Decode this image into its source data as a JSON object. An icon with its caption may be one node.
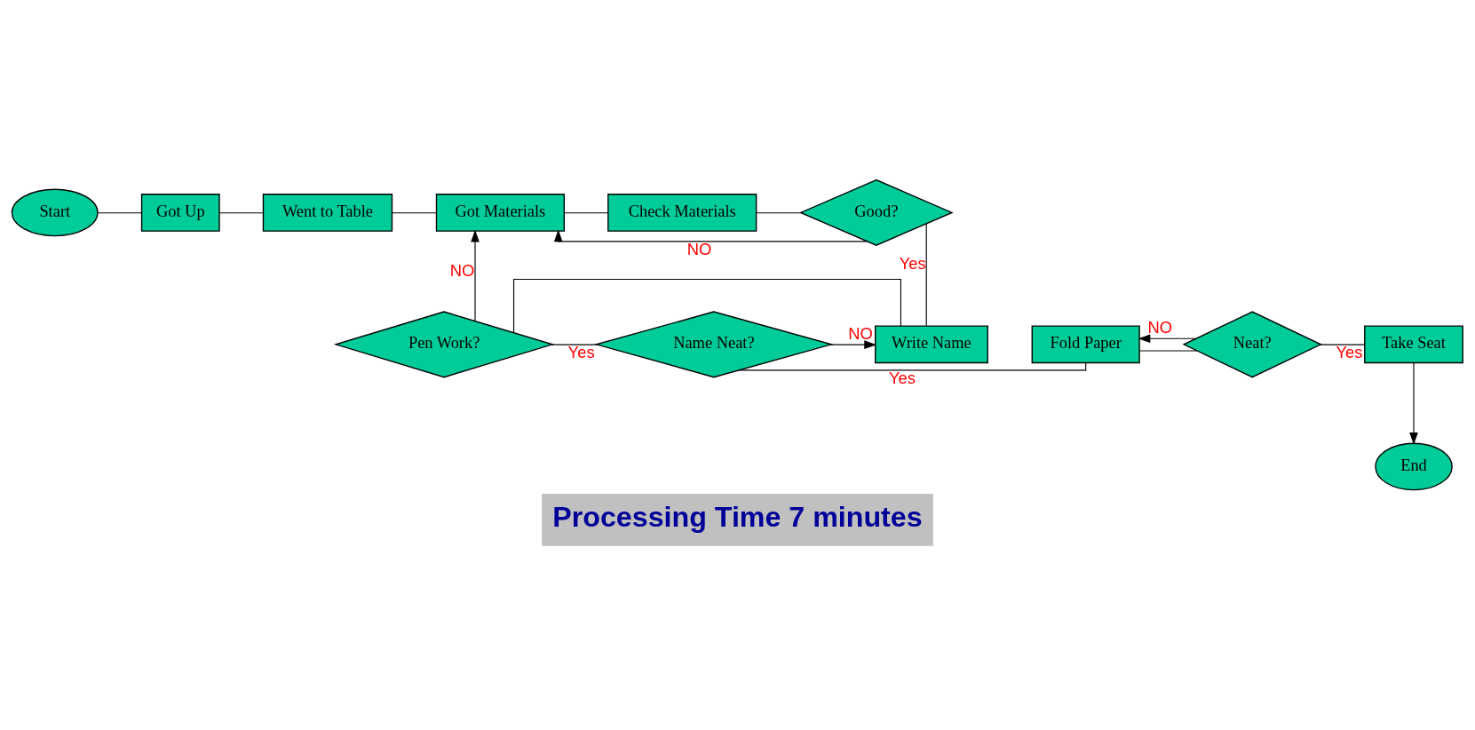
{
  "diagram": {
    "caption": "Processing Time 7 minutes",
    "nodes": [
      {
        "text": [
          "Start"
        ]
      },
      {
        "text": [
          "Got Up"
        ]
      },
      {
        "text": [
          "Went to Table"
        ]
      },
      {
        "text": [
          "Got Materials"
        ]
      },
      {
        "text": [
          "Check Materials"
        ]
      },
      {
        "text": [
          "Good?"
        ]
      },
      {
        "text": [
          "Take Seat"
        ]
      },
      {
        "text": [
          "Neat?"
        ]
      },
      {
        "text": [
          "Fold Paper"
        ]
      },
      {
        "text": [
          "Name Neat?"
        ]
      },
      {
        "text": [
          "Pen Work?"
        ]
      },
      {
        "text": [
          "Write Name"
        ]
      },
      {
        "text": [
          "End"
        ]
      }
    ],
    "edges": [
      {
        "from": 0,
        "to": 1,
        "arrow": "none"
      },
      {
        "from": 1,
        "to": 2,
        "arrow": "none"
      },
      {
        "from": 2,
        "to": 3,
        "arrow": "none"
      },
      {
        "from": 3,
        "to": 4,
        "arrow": "none"
      },
      {
        "from": 4,
        "to": 5,
        "arrow": "none"
      },
      {
        "from": 5,
        "to": 11,
        "arrow": "none",
        "label": "Yes"
      },
      {
        "from": 5,
        "to": 3,
        "arrow": "to",
        "label": "NO"
      },
      {
        "from": 11,
        "to": 10,
        "arrow": "none"
      },
      {
        "from": 10,
        "to": 3,
        "arrow": "to",
        "label": "NO"
      },
      {
        "from": 10,
        "to": 9,
        "arrow": "none",
        "label": "Yes"
      },
      {
        "from": 9,
        "to": 11,
        "arrow": "to",
        "label": "NO"
      },
      {
        "from": 9,
        "to": 8,
        "arrow": "none",
        "label": "Yes"
      },
      {
        "from": 8,
        "to": 7,
        "arrow": "none"
      },
      {
        "from": 7,
        "to": 8,
        "arrow": "to",
        "label": "NO"
      },
      {
        "from": 7,
        "to": 6,
        "arrow": "none",
        "label": "Yes"
      },
      {
        "from": 6,
        "to": 12,
        "arrow": "to"
      }
    ]
  }
}
